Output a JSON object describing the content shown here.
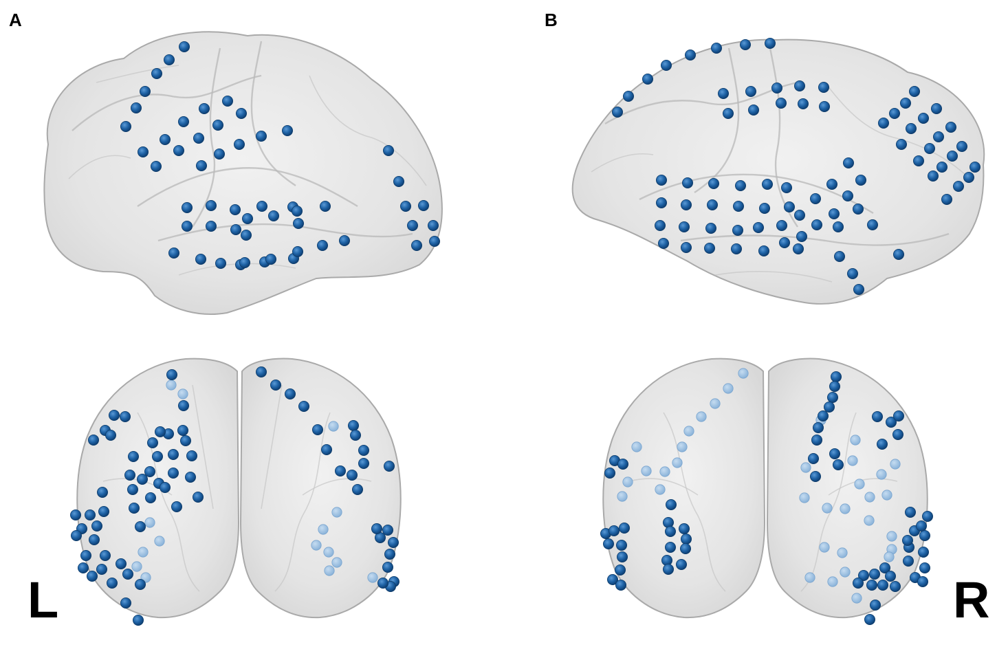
{
  "figure": {
    "panels": [
      {
        "label": "A"
      },
      {
        "label": "B"
      }
    ],
    "side_labels": {
      "left": "L",
      "right": "R"
    },
    "colors": {
      "electrode": "#1f5f9f",
      "electrode_highlight": "#4d8fcf",
      "electrode_faint": "#8fb6db",
      "brain_fill": "#e6e6e6",
      "brain_outline": "#a9a9a9"
    },
    "views": [
      "left-lateral",
      "right-lateral",
      "frontal-left",
      "frontal-right"
    ]
  }
}
